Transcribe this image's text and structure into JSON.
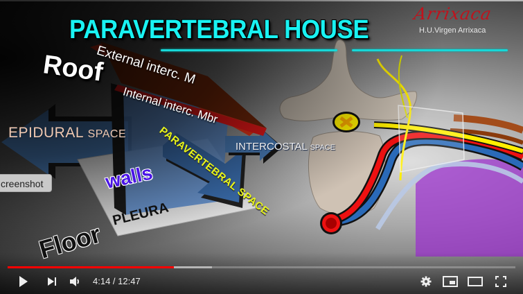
{
  "video": {
    "title_overlay": "PARAVERTEBRAL HOUSE",
    "logo": {
      "script": "Arrixaca",
      "subtitle": "H.U.Virgen Arrixaca",
      "color": "#c0121c"
    },
    "labels": {
      "roof": "Roof",
      "external": "External interc. M",
      "internal": "Internal interc. Mbr",
      "epidural_main": "EPIDURAL ",
      "epidural_small": "SPACE",
      "paravertebral": "PARAVERTEBRAL SPACE",
      "intercostal_main": "INTERCOSTAL ",
      "intercostal_small": "SPACE",
      "walls": "walls",
      "pleura": "PLEURA",
      "floor": "Floor"
    },
    "colors": {
      "title": "#19f2f2",
      "roof_muscle": "#8a2f0c",
      "membrane": "#ff1a1a",
      "arrow_blue": "#4f86c6",
      "nerve": "#ffee00",
      "artery": "#ee1111",
      "vein": "#2a6ab8",
      "lung": "#9b2bd0"
    }
  },
  "tooltip": {
    "text": "creenshot"
  },
  "player": {
    "current_time": "4:14",
    "separator": " / ",
    "duration": "12:47",
    "progress_percent": 32.7,
    "buffered_percent": 40.3,
    "progress_color": "#ff0000",
    "buttons": {
      "play": "play-icon",
      "next": "next-icon",
      "volume": "volume-icon",
      "settings": "gear-icon",
      "miniplayer": "miniplayer-icon",
      "theater": "theater-icon",
      "fullscreen": "fullscreen-icon"
    }
  }
}
